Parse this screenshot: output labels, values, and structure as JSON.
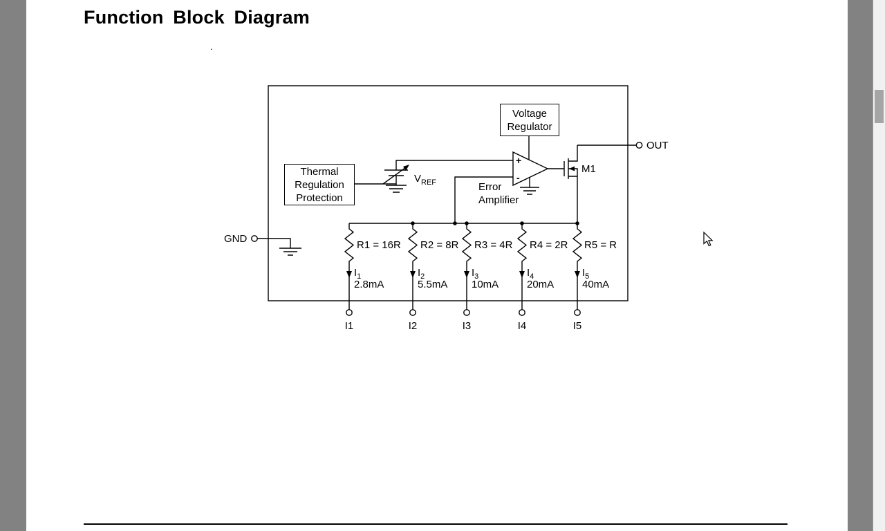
{
  "page": {
    "title": "Function Block Diagram",
    "stray_mark": "."
  },
  "diagram": {
    "voltage_regulator": {
      "line1": "Voltage",
      "line2": "Regulator"
    },
    "thermal_block": {
      "line1": "Thermal",
      "line2": "Regulation",
      "line3": "Protection"
    },
    "error_amplifier": {
      "line1": "Error",
      "line2": "Amplifier"
    },
    "opamp": {
      "plus": "+",
      "minus": "-"
    },
    "vref": {
      "base": "V",
      "sub": "REF"
    },
    "mosfet": "M1",
    "gnd": "GND",
    "out": "OUT",
    "resistors": [
      {
        "value": "R1 = 16R",
        "i": "I",
        "i_sub": "1",
        "current": "2.8mA",
        "pin": "I1"
      },
      {
        "value": "R2 = 8R",
        "i": "I",
        "i_sub": "2",
        "current": "5.5mA",
        "pin": "I2"
      },
      {
        "value": "R3 = 4R",
        "i": "I",
        "i_sub": "3",
        "current": "10mA",
        "pin": "I3"
      },
      {
        "value": "R4 = 2R",
        "i": "I",
        "i_sub": "4",
        "current": "20mA",
        "pin": "I4"
      },
      {
        "value": "R5 = R",
        "i": "I",
        "i_sub": "5",
        "current": "40mA",
        "pin": "I5"
      }
    ]
  },
  "colors": {
    "line": "#000000",
    "page_bg": "#ffffff",
    "chrome_bg": "#828282"
  }
}
